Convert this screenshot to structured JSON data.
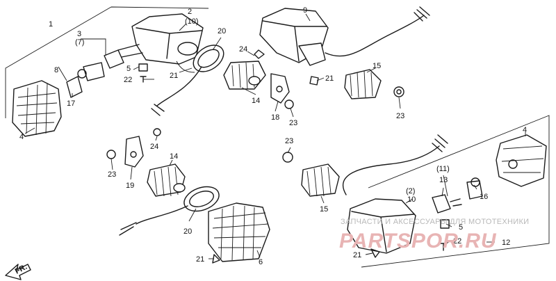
{
  "diagram": {
    "callouts": [
      {
        "id": "c1",
        "text": "1"
      },
      {
        "id": "c2",
        "text": "2"
      },
      {
        "id": "c10p",
        "text": "(10)"
      },
      {
        "id": "c9",
        "text": "9"
      },
      {
        "id": "c20a",
        "text": "20"
      },
      {
        "id": "c3",
        "text": "3"
      },
      {
        "id": "c7p",
        "text": "(7)"
      },
      {
        "id": "c24a",
        "text": "24"
      },
      {
        "id": "c15a",
        "text": "15"
      },
      {
        "id": "c8",
        "text": "8"
      },
      {
        "id": "c5a",
        "text": "5"
      },
      {
        "id": "c21a",
        "text": "21"
      },
      {
        "id": "c21b",
        "text": "21"
      },
      {
        "id": "c22a",
        "text": "22"
      },
      {
        "id": "c4a",
        "text": "4"
      },
      {
        "id": "c17",
        "text": "17"
      },
      {
        "id": "c14a",
        "text": "14"
      },
      {
        "id": "c18",
        "text": "18"
      },
      {
        "id": "c23a",
        "text": "23"
      },
      {
        "id": "c23b",
        "text": "23"
      },
      {
        "id": "c4b",
        "text": "4"
      },
      {
        "id": "c24b",
        "text": "24"
      },
      {
        "id": "c23c",
        "text": "23"
      },
      {
        "id": "c14b",
        "text": "14"
      },
      {
        "id": "c23d",
        "text": "23"
      },
      {
        "id": "c11p",
        "text": "(11)"
      },
      {
        "id": "c19",
        "text": "19"
      },
      {
        "id": "c13",
        "text": "13"
      },
      {
        "id": "c16",
        "text": "16"
      },
      {
        "id": "c2p",
        "text": "(2)"
      },
      {
        "id": "c10",
        "text": "10"
      },
      {
        "id": "c15b",
        "text": "15"
      },
      {
        "id": "c20b",
        "text": "20"
      },
      {
        "id": "c5b",
        "text": "5"
      },
      {
        "id": "c22b",
        "text": "22"
      },
      {
        "id": "c12",
        "text": "12"
      },
      {
        "id": "c21c",
        "text": "21"
      },
      {
        "id": "c6",
        "text": "6"
      },
      {
        "id": "c21d",
        "text": "21"
      }
    ],
    "direction_label": "FR.",
    "watermark_caption": "ЗАПЧАСТИ И АКСЕССУАРЫ ДЛЯ МОТОТЕХНИКИ",
    "watermark_logo": "PARTSPOR.RU"
  },
  "colors": {
    "line": "#1a1a1a",
    "watermark_text": "#b8b8b8",
    "watermark_logo": "#e8b4b4"
  }
}
